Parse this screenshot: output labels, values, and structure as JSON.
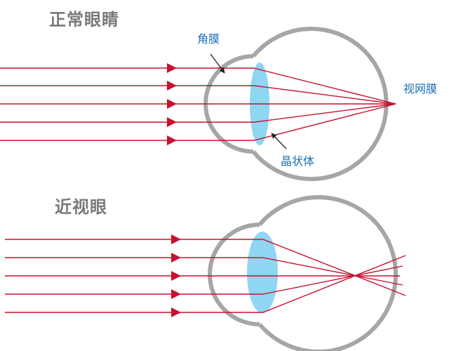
{
  "titles": {
    "normal": "正常眼睛",
    "myopia": "近视眼"
  },
  "labels": {
    "cornea": "角膜",
    "retina": "视网膜",
    "lens": "晶状体"
  },
  "colors": {
    "ray": "#c8102e",
    "eye_outline": "#a6a6a6",
    "lens": "#8fd6f2",
    "label": "#1a6fb5",
    "title": "#7a7a7a"
  }
}
